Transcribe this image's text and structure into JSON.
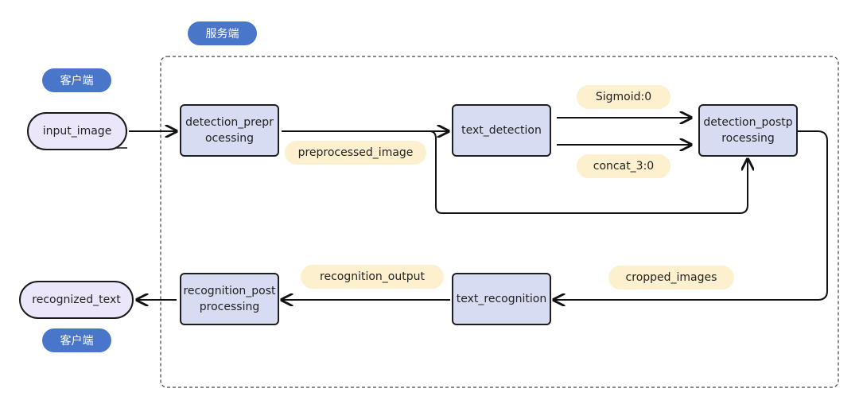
{
  "regions": {
    "server_label": "服务端",
    "client_label_top": "客户端",
    "client_label_bottom": "客户端"
  },
  "io": {
    "input": "input_image",
    "output": "recognized_text"
  },
  "nodes": {
    "detection_preprocessing": "detection_preprocessing",
    "text_detection": "text_detection",
    "detection_postprocessing": "detection_postprocessing",
    "text_recognition": "text_recognition",
    "recognition_postprocessing": "recognition_postprocessing"
  },
  "edge_labels": {
    "preprocessed_image": "preprocessed_image",
    "sigmoid": "Sigmoid:0",
    "concat": "concat_3:0",
    "cropped_images": "cropped_images",
    "recognition_output": "recognition_output"
  },
  "colors": {
    "server_badge": "#4a76c9",
    "node_fill": "#d7dcf2",
    "io_fill": "#ece6fb",
    "edge_label_fill": "#fdf0cf"
  }
}
